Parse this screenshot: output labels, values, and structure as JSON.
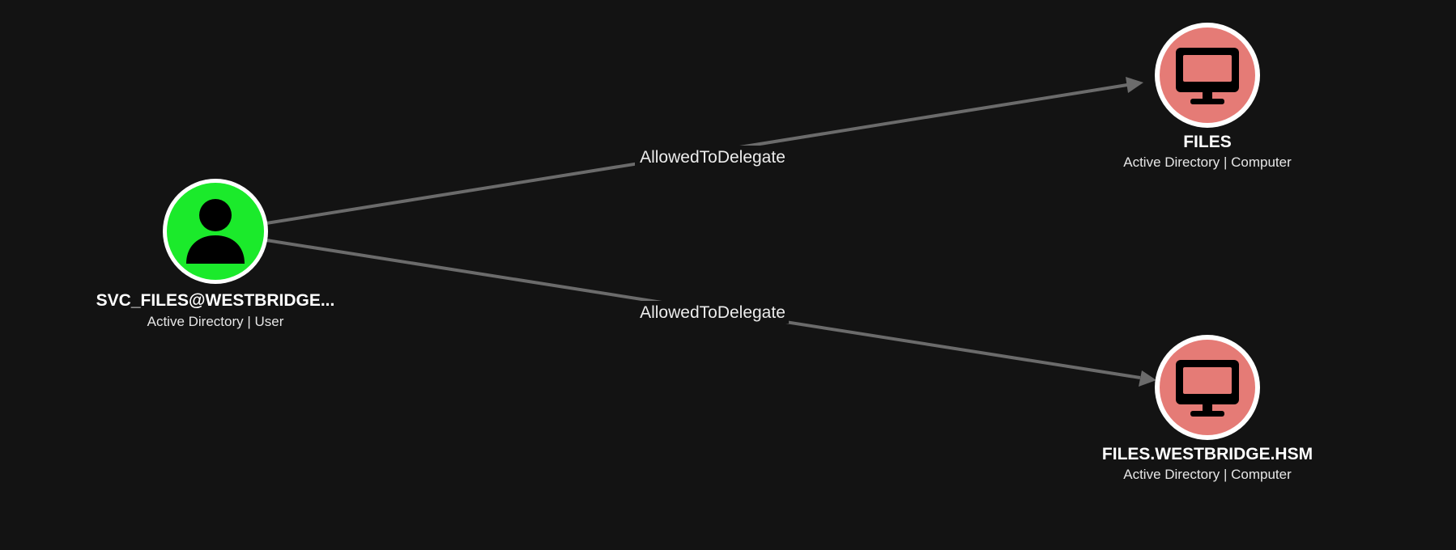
{
  "colors": {
    "background": "#131313",
    "edge": "#6b6b6b",
    "user_node_fill": "#1bea2b",
    "computer_node_fill": "#e57b76",
    "node_ring": "#ffffff"
  },
  "graph": {
    "nodes": [
      {
        "id": "user",
        "kind": "user",
        "icon": "user-icon",
        "title": "SVC_FILES@WESTBRIDGE...",
        "subtitle": "Active Directory | User"
      },
      {
        "id": "files",
        "kind": "computer",
        "icon": "monitor-icon",
        "title": "FILES",
        "subtitle": "Active Directory | Computer"
      },
      {
        "id": "files_fqdn",
        "kind": "computer",
        "icon": "monitor-icon",
        "title": "FILES.WESTBRIDGE.HSM",
        "subtitle": "Active Directory | Computer"
      }
    ],
    "edges": [
      {
        "from": "user",
        "to": "files",
        "label": "AllowedToDelegate"
      },
      {
        "from": "user",
        "to": "files_fqdn",
        "label": "AllowedToDelegate"
      }
    ]
  }
}
